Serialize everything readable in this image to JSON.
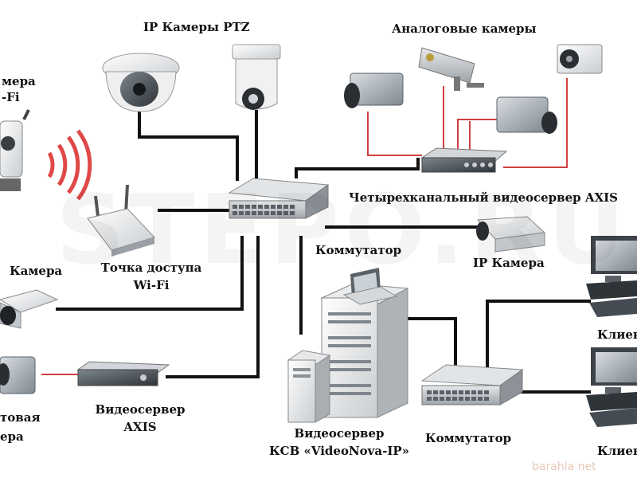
{
  "watermark": "STEPO.RU",
  "site_mark": "barahla net",
  "labels": {
    "ip_ptz": "IP Камеры PTZ",
    "analog_cameras": "Аналоговые камеры",
    "wifi_camera": [
      "мера",
      "-Fi"
    ],
    "access_point": [
      "Точка доступа",
      "Wi-Fi"
    ],
    "videoserver_axis_4ch": "Четырехканальный видеосервер AXIS",
    "switch_main": "Коммутатор",
    "ip_camera_right": "IP Камера",
    "ip_camera_left": "Камера",
    "analog_left": [
      "товая",
      "ера"
    ],
    "videoserver_axis": [
      "Видеосервер",
      "AXIS"
    ],
    "ksv": [
      "Видеосервер",
      "КСВ «VideoNova-IP»"
    ],
    "switch_bottom": "Коммутатор",
    "client_1": "Клиен",
    "client_2": "Клиен"
  },
  "colors": {
    "network_line": "#111111",
    "analog_line": "#d04040",
    "wifi_waves": "#e04848"
  }
}
